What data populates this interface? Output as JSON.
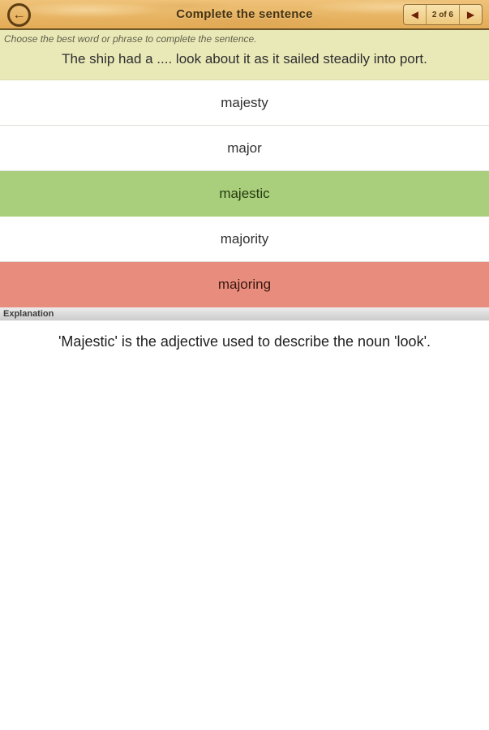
{
  "header": {
    "title": "Complete the sentence",
    "pagination": {
      "current_page": "2 of 6"
    }
  },
  "icons": {
    "back": "←",
    "prev": "◀",
    "next": "▶"
  },
  "instruction": "Choose the best word or phrase to complete the sentence.",
  "question": "The ship had a .... look about it as it sailed steadily into port.",
  "options": [
    {
      "label": "majesty",
      "state": "default"
    },
    {
      "label": "major",
      "state": "default"
    },
    {
      "label": "majestic",
      "state": "correct"
    },
    {
      "label": "majority",
      "state": "default"
    },
    {
      "label": "majoring",
      "state": "incorrect"
    }
  ],
  "explanation": {
    "header": "Explanation",
    "text": "'Majestic' is the adjective used to describe the noun 'look'."
  },
  "colors": {
    "top_bar": "#e9b967",
    "question_bg": "#e9e9b8",
    "correct_bg": "#a9cf7c",
    "incorrect_bg": "#e88d7d"
  }
}
